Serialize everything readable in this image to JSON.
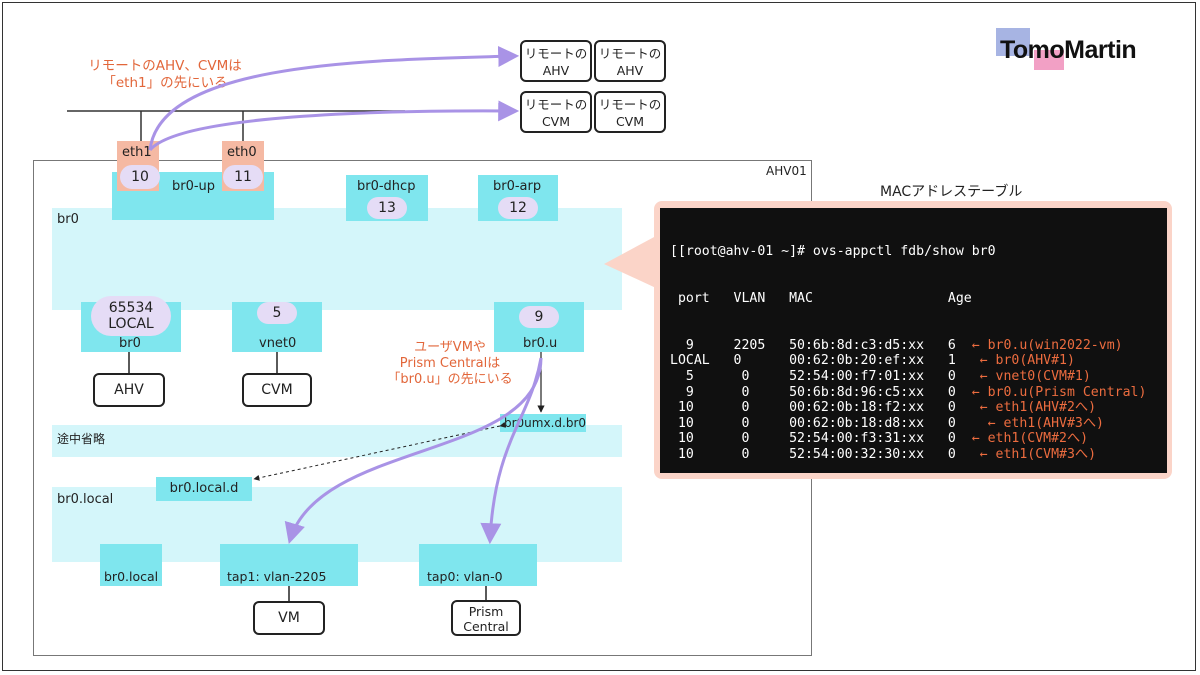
{
  "brand": {
    "logo_text": "TomoMartin",
    "colors": {
      "accent_blue": "#a7b4e3",
      "accent_pink": "#f2a0c5"
    }
  },
  "top_note": {
    "line1": "リモートのAHV、CVMは",
    "line2": "「eth1」の先にいる"
  },
  "remote_boxes": {
    "ahv1": {
      "line1": "リモートの",
      "line2": "AHV"
    },
    "ahv2": {
      "line1": "リモートの",
      "line2": "AHV"
    },
    "cvm1": {
      "line1": "リモートの",
      "line2": "CVM"
    },
    "cvm2": {
      "line1": "リモートの",
      "line2": "CVM"
    }
  },
  "host": {
    "label": "AHV01"
  },
  "uplinks": {
    "eth1": {
      "name": "eth1",
      "port": "10"
    },
    "eth0": {
      "name": "eth0",
      "port": "11"
    },
    "bond_label": "br0-up"
  },
  "bridges": {
    "br0_dhcp": {
      "label": "br0-dhcp",
      "port": "13"
    },
    "br0_arp": {
      "label": "br0-arp",
      "port": "12"
    },
    "br0": {
      "label": "br0"
    },
    "mid": {
      "label": "途中省略"
    },
    "br0_local": {
      "label": "br0.local"
    }
  },
  "ports": {
    "br0_local_port": {
      "line1": "65534",
      "line2": "LOCAL",
      "label": "br0"
    },
    "vnet0": {
      "port": "5",
      "label": "vnet0"
    },
    "br0u": {
      "port": "9",
      "label": "br0.u"
    },
    "br0umx": {
      "label": "br0umx.d.br0"
    },
    "br0localsd": {
      "label": "br0.local.d"
    },
    "br0local_port": {
      "label": "br0.local"
    },
    "tap1": {
      "label": "tap1: vlan-2205"
    },
    "tap0": {
      "label": "tap0: vlan-0"
    }
  },
  "endpoints": {
    "ahv": "AHV",
    "cvm": "CVM",
    "vm": "VM",
    "prism": {
      "line1": "Prism",
      "line2": "Central"
    }
  },
  "vm_note": {
    "line1": "ユーザVMや",
    "line2": "Prism Centralは",
    "line3": "「br0.u」の先にいる"
  },
  "mac_table": {
    "title": "MACアドレステーブル",
    "command": "[[root@ahv-01 ~]# ovs-appctl fdb/show br0",
    "header": " port   VLAN   MAC                 Age",
    "rows": [
      {
        "line": "  9     2205   50:6b:8d:c3:d5:xx   6",
        "note": "← br0.u(win2022-vm)"
      },
      {
        "line": "LOCAL   0      00:62:0b:20:ef:xx   1",
        "note": " ← br0(AHV#1)"
      },
      {
        "line": "  5      0     52:54:00:f7:01:xx   0",
        "note": " ← vnet0(CVM#1)"
      },
      {
        "line": "  9      0     50:6b:8d:96:c5:xx   0",
        "note": "← br0.u(Prism Central)"
      },
      {
        "line": " 10      0     00:62:0b:18:f2:xx   0",
        "note": " ← eth1(AHV#2へ)"
      },
      {
        "line": " 10      0     00:62:0b:18:d8:xx   0",
        "note": "  ← eth1(AHV#3へ)"
      },
      {
        "line": " 10      0     52:54:00:f3:31:xx   0",
        "note": "← eth1(CVM#2へ)"
      },
      {
        "line": " 10      0     52:54:00:32:30:xx   0",
        "note": " ← eth1(CVM#3へ)"
      }
    ]
  },
  "colors": {
    "cyan": "#7fe6ee",
    "light_cyan": "#d4f6fa",
    "salmon": "#f5b9a3",
    "purple_arrow": "#a993e6",
    "orange_text": "#e2663a",
    "terminal_bg": "#101010"
  }
}
